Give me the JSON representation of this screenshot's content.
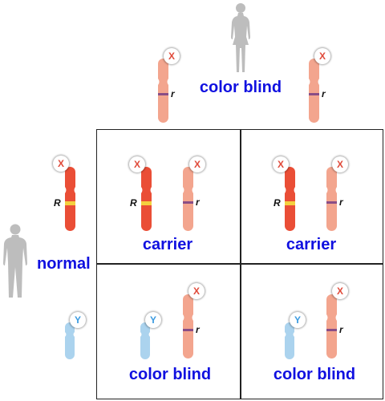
{
  "chromosome_labels": {
    "x": "X",
    "y": "Y"
  },
  "alleles": {
    "dominant": "R",
    "recessive": "r"
  },
  "parents": {
    "mother": {
      "phenotype": "color blind",
      "icon": "female-figure-icon"
    },
    "father": {
      "phenotype": "normal",
      "icon": "male-figure-icon"
    }
  },
  "offspring": [
    {
      "phenotype": "carrier"
    },
    {
      "phenotype": "carrier"
    },
    {
      "phenotype": "color blind"
    },
    {
      "phenotype": "color blind"
    }
  ],
  "colors": {
    "x_dominant": "#ea4e36",
    "x_recessive": "#f3a58e",
    "y_chromosome": "#abd3ee",
    "dominant_band": "#f4d03f",
    "recessive_band": "#8a4e86",
    "phenotype_text": "#1010e0"
  }
}
